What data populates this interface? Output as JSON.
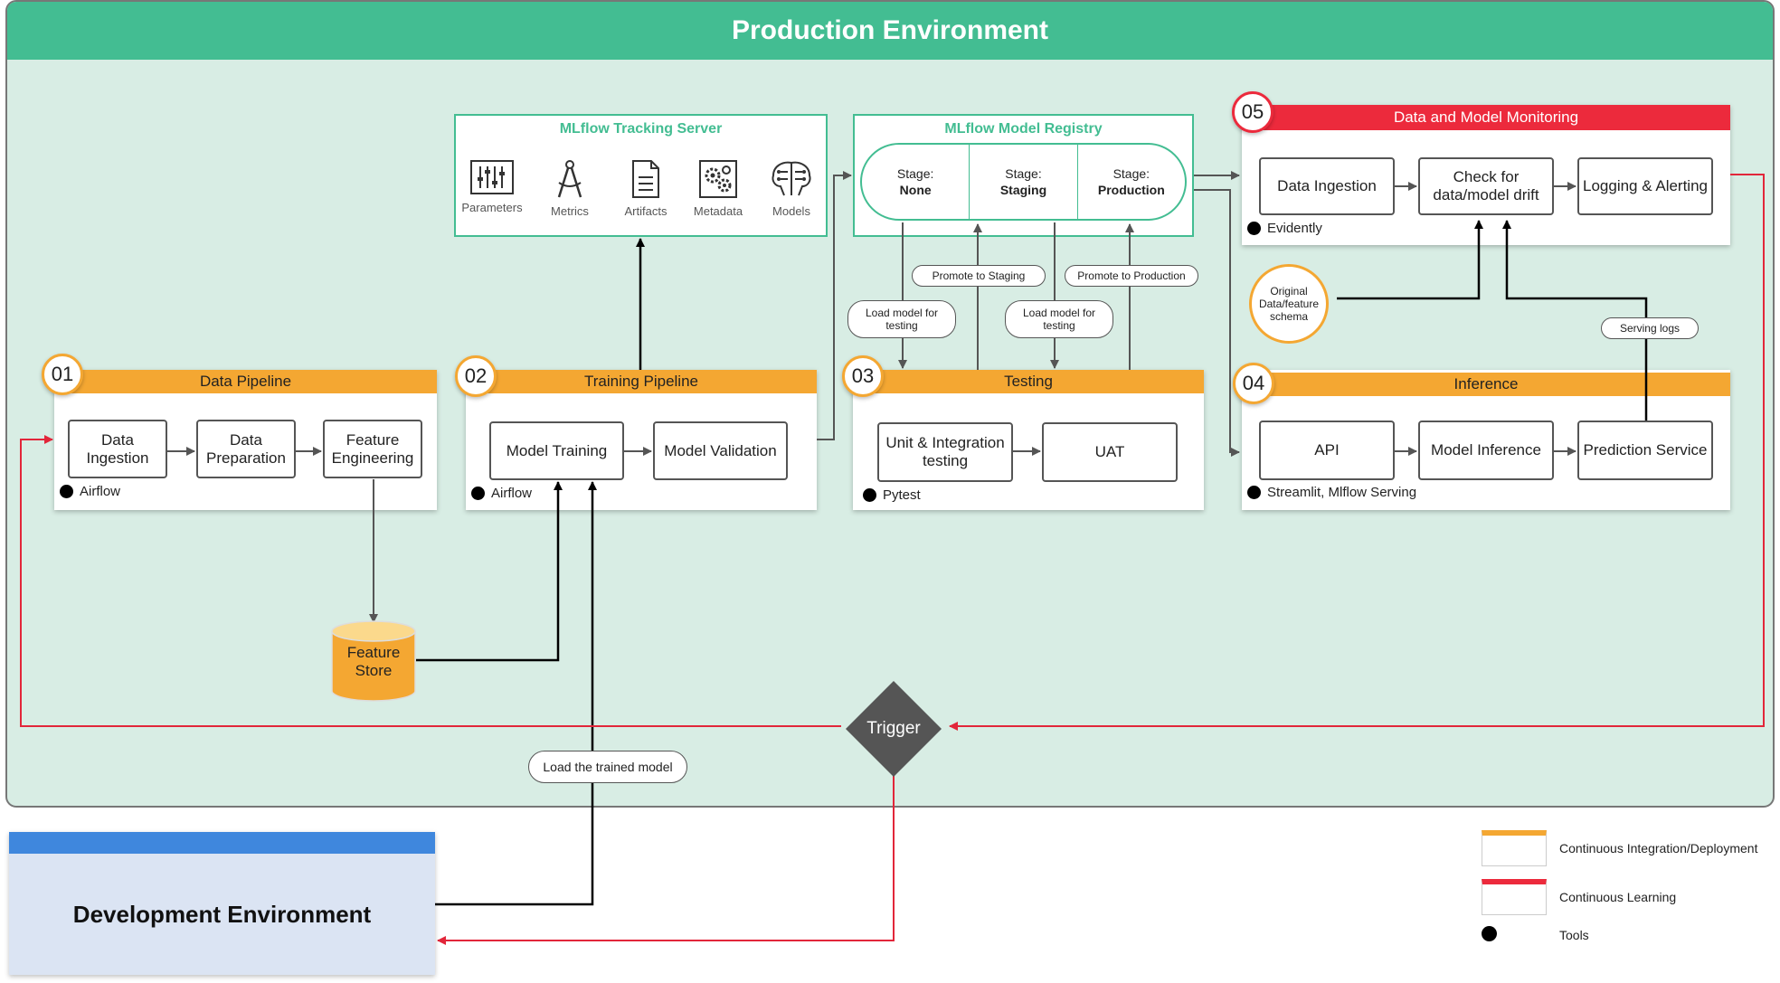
{
  "production_env": {
    "title": "Production Environment"
  },
  "development_env": {
    "title": "Development Environment"
  },
  "tracking_server": {
    "title": "MLflow Tracking Server",
    "items": [
      {
        "label": "Parameters",
        "icon": "sliders-icon"
      },
      {
        "label": "Metrics",
        "icon": "compass-icon"
      },
      {
        "label": "Artifacts",
        "icon": "document-icon"
      },
      {
        "label": "Metadata",
        "icon": "gears-icon"
      },
      {
        "label": "Models",
        "icon": "brain-circuit-icon"
      }
    ]
  },
  "model_registry": {
    "title": "MLflow Model Registry",
    "stage_label": "Stage:",
    "stages": [
      "None",
      "Staging",
      "Production"
    ]
  },
  "data_pipeline": {
    "number": "01",
    "title": "Data Pipeline",
    "steps": [
      "Data Ingestion",
      "Data Preparation",
      "Feature Engineering"
    ],
    "tool": "Airflow"
  },
  "training_pipeline": {
    "number": "02",
    "title": "Training Pipeline",
    "steps": [
      "Model Training",
      "Model Validation"
    ],
    "tool": "Airflow"
  },
  "testing": {
    "number": "03",
    "title": "Testing",
    "steps": [
      "Unit & Integration testing",
      "UAT"
    ],
    "tool": "Pytest"
  },
  "inference": {
    "number": "04",
    "title": "Inference",
    "steps": [
      "API",
      "Model Inference",
      "Prediction Service"
    ],
    "tool": "Streamlit, Mlflow Serving"
  },
  "monitoring": {
    "number": "05",
    "title": "Data and Model Monitoring",
    "steps": [
      "Data Ingestion",
      "Check for data/model drift",
      "Logging & Alerting"
    ],
    "tool": "Evidently"
  },
  "feature_store": {
    "label": "Feature Store"
  },
  "schema": {
    "label": "Original Data/feature schema"
  },
  "trigger": {
    "label": "Trigger"
  },
  "pills": {
    "promote_staging": "Promote to Staging",
    "promote_production": "Promote to Production",
    "load_testing_1": "Load model for testing",
    "load_testing_2": "Load model for testing",
    "serving_logs": "Serving logs",
    "load_trained": "Load the trained model"
  },
  "legend": [
    {
      "label": "Continuous Integration/Deployment",
      "color": "#f4a732"
    },
    {
      "label": "Continuous Learning",
      "color": "#ec2a3c"
    },
    {
      "label": "Tools",
      "color": "#000000"
    }
  ],
  "colors": {
    "ci_cd": "#f4a732",
    "learning": "#ec2a3c",
    "accent": "#43bd92",
    "dev": "#3f87dd"
  }
}
